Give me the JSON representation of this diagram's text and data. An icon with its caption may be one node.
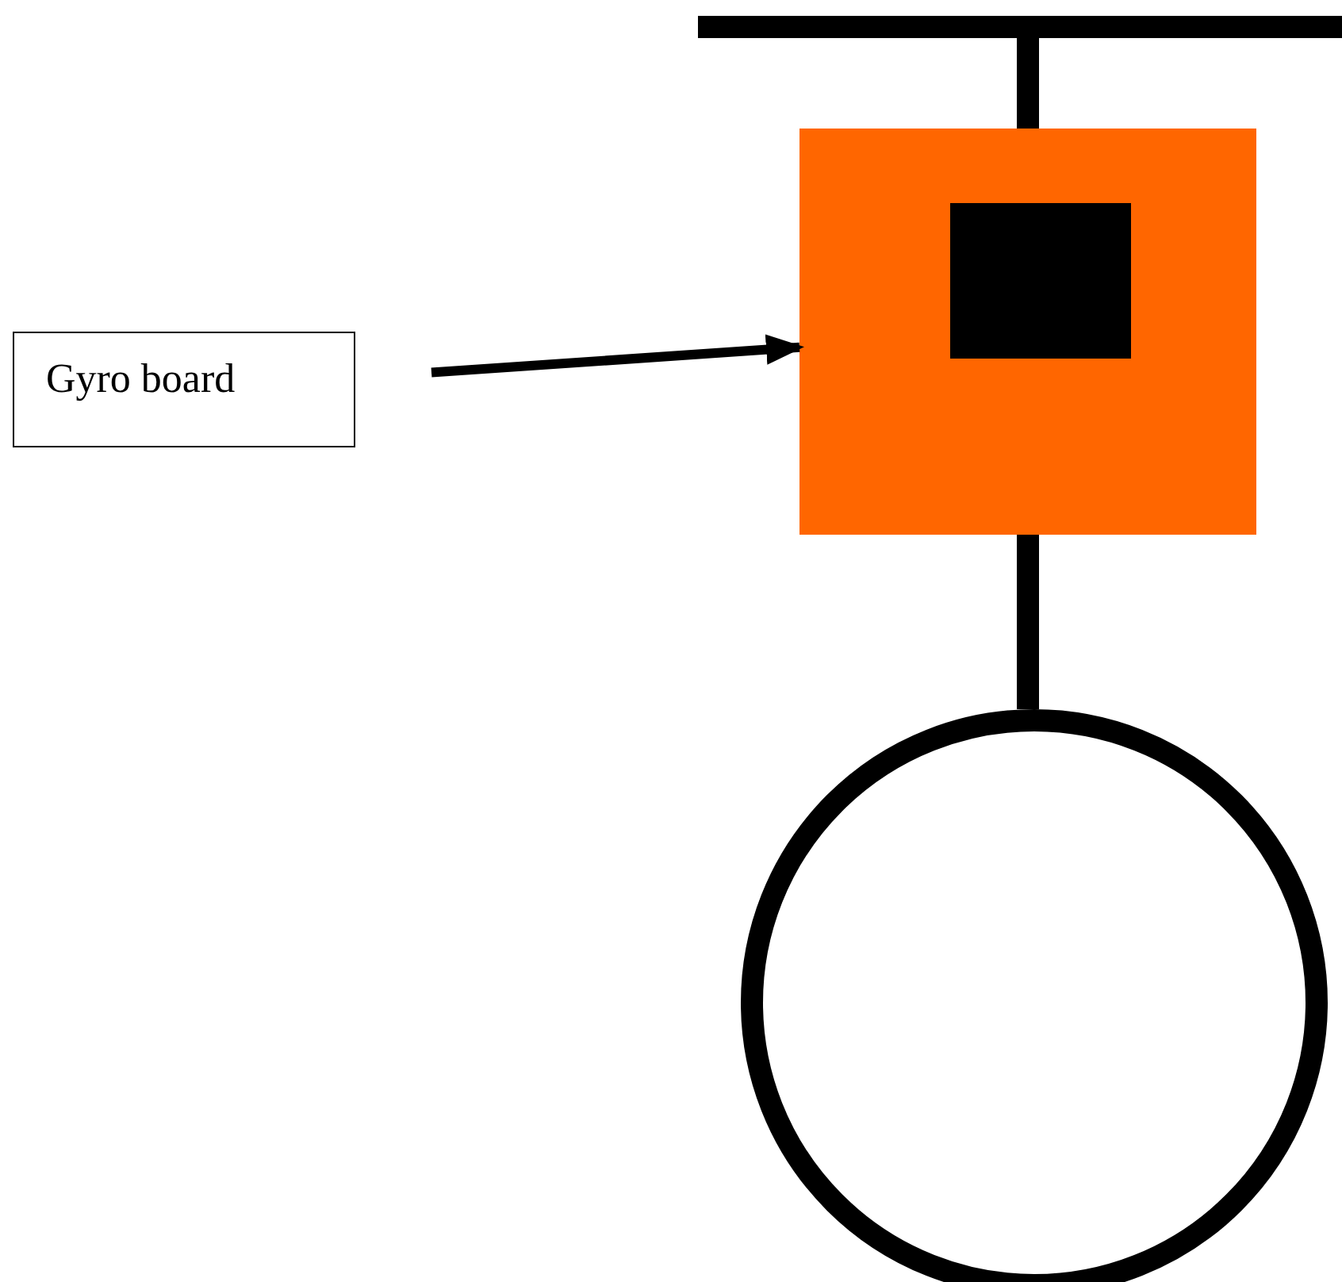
{
  "diagram": {
    "nodes": [
      {
        "text": [
          "Gyro board"
        ]
      },
      {
        "text": [],
        "shape": "box"
      },
      {
        "text": [],
        "shape": "box",
        "in": 1
      },
      {
        "text": [],
        "shape": "bar"
      },
      {
        "text": [],
        "shape": "circle"
      }
    ],
    "edges": [
      {
        "from": 0,
        "to": 1,
        "arrow": "to"
      },
      {
        "from": 3,
        "to": 1,
        "arrow": "none"
      },
      {
        "from": 1,
        "to": 4,
        "arrow": "none"
      }
    ]
  }
}
